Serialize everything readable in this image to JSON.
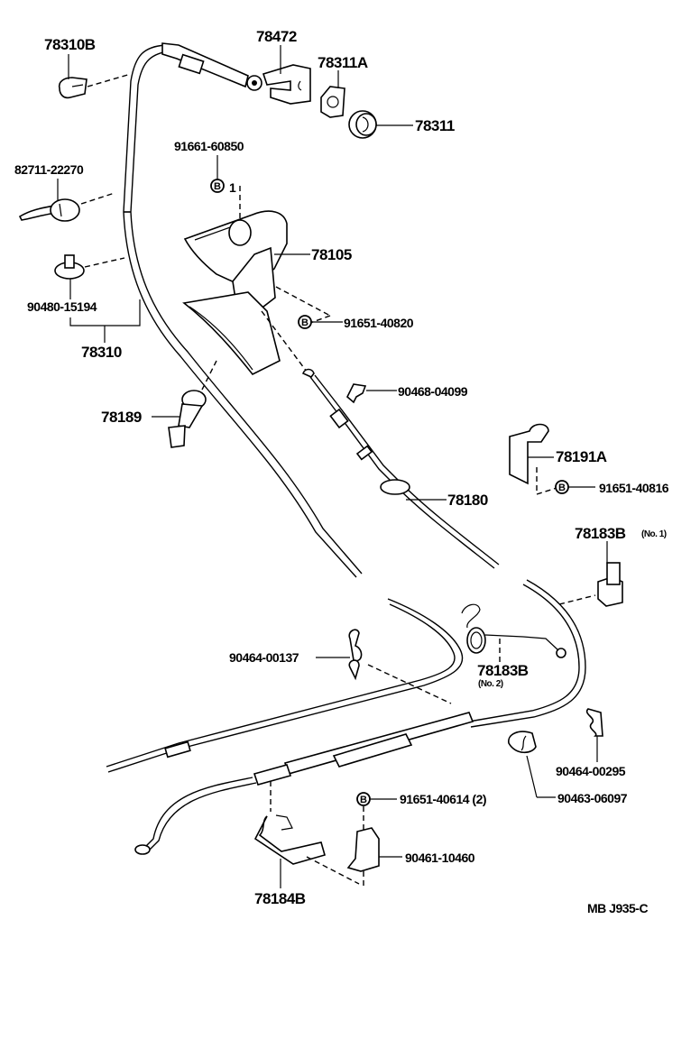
{
  "diagram": {
    "title": "Parking Brake Cable Assembly Parts Diagram",
    "footer_code": "MB  J935-C",
    "bolt_symbol": "B",
    "parts": {
      "p78310B": "78310B",
      "p78472": "78472",
      "p78311A": "78311A",
      "p78311": "78311",
      "p91661_60850": "91661-60850",
      "p82711_22270": "82711-22270",
      "p90480_15194": "90480-15194",
      "p78310": "78310",
      "p78105": "78105",
      "p91651_40820": "91651-40820",
      "p78189": "78189",
      "p90468_04099": "90468-04099",
      "p78191A": "78191A",
      "p91651_40816": "91651-40816",
      "p78180": "78180",
      "p78183B_no1": "78183B",
      "p78183B_no1_note": "(No. 1)",
      "p90464_00137": "90464-00137",
      "p78183B_no2": "78183B",
      "p78183B_no2_note": "(No. 2)",
      "p90464_00295": "90464-00295",
      "p90463_06097": "90463-06097",
      "p91651_40614": "91651-40614 (2)",
      "p90461_10460": "90461-10460",
      "p78184B": "78184B"
    },
    "bolt_qty_note": "1"
  }
}
